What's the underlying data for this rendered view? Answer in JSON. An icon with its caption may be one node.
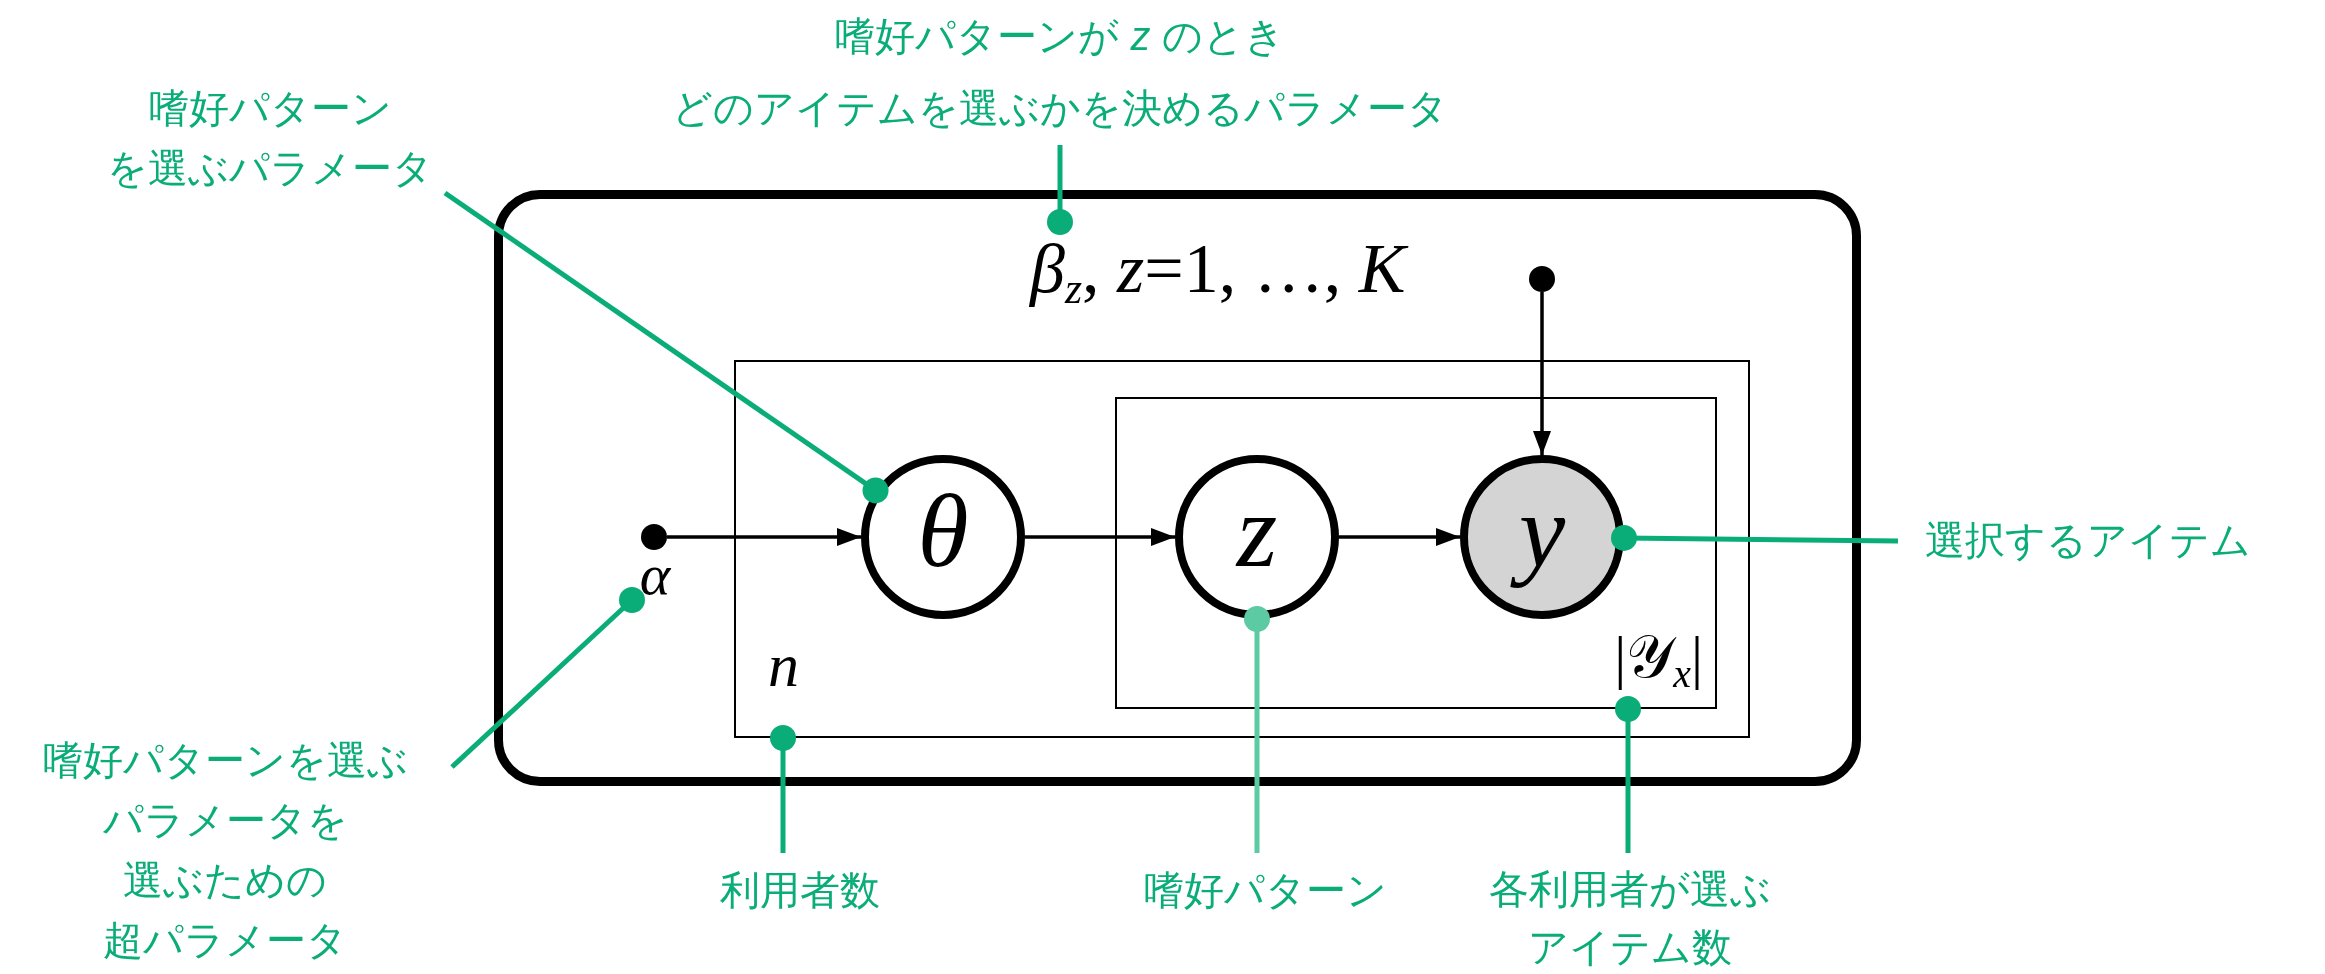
{
  "diagram": {
    "nodes": [
      {
        "text": [],
        "shape": "box"
      },
      {
        "text": [
          "*β*$_{z}$, *z*=1, …, *K*"
        ],
        "in": 0
      },
      {
        "text": [],
        "shape": "circle",
        "in": 0
      },
      {
        "text": [],
        "shape": "circle",
        "in": 0
      },
      {
        "text": [
          "α"
        ],
        "in": 0
      },
      {
        "text": [
          "n"
        ],
        "in": 0
      },
      {
        "text": [
          "θ"
        ],
        "in": 5
      },
      {
        "text": [
          "|𝒴$_{x}$|"
        ],
        "in": 5
      },
      {
        "text": [
          "z"
        ],
        "in": 7
      },
      {
        "text": [
          "y"
        ],
        "in": 7
      },
      {
        "text": [
          "嗜好パターンが *z* のとき",
          "どのアイテムを選ぶかを決めるパラメータ"
        ]
      },
      {
        "text": [
          "嗜好パターン",
          "を選ぶパラメータ"
        ]
      },
      {
        "text": [
          "嗜好パターンを選ぶ",
          "パラメータを",
          "選ぶための",
          "超パラメータ"
        ]
      },
      {
        "text": [
          "利用者数"
        ]
      },
      {
        "text": [
          "嗜好パターン"
        ]
      },
      {
        "text": [
          "各利用者が選ぶ",
          "アイテム数"
        ]
      },
      {
        "text": [
          "選択するアイテム"
        ]
      }
    ],
    "edges": [
      {
        "from": 3,
        "to": 6,
        "arrow": "to",
        "color": "#000000"
      },
      {
        "from": 6,
        "to": 8,
        "arrow": "to",
        "color": "#000000"
      },
      {
        "from": 8,
        "to": 9,
        "arrow": "to",
        "color": "#000000"
      },
      {
        "from": 2,
        "to": 9,
        "arrow": "to",
        "color": "#000000"
      },
      {
        "from": 10,
        "to": 1,
        "arrow": "other"
      },
      {
        "from": 11,
        "to": 6,
        "arrow": "other"
      },
      {
        "from": 12,
        "to": 4,
        "arrow": "other"
      },
      {
        "from": 13,
        "to": 5,
        "arrow": "other"
      },
      {
        "from": 14,
        "to": 8,
        "arrow": "other",
        "color": "#5ccaa2"
      },
      {
        "from": 15,
        "to": 7,
        "arrow": "other"
      },
      {
        "from": 16,
        "to": 9,
        "arrow": "other"
      }
    ]
  }
}
